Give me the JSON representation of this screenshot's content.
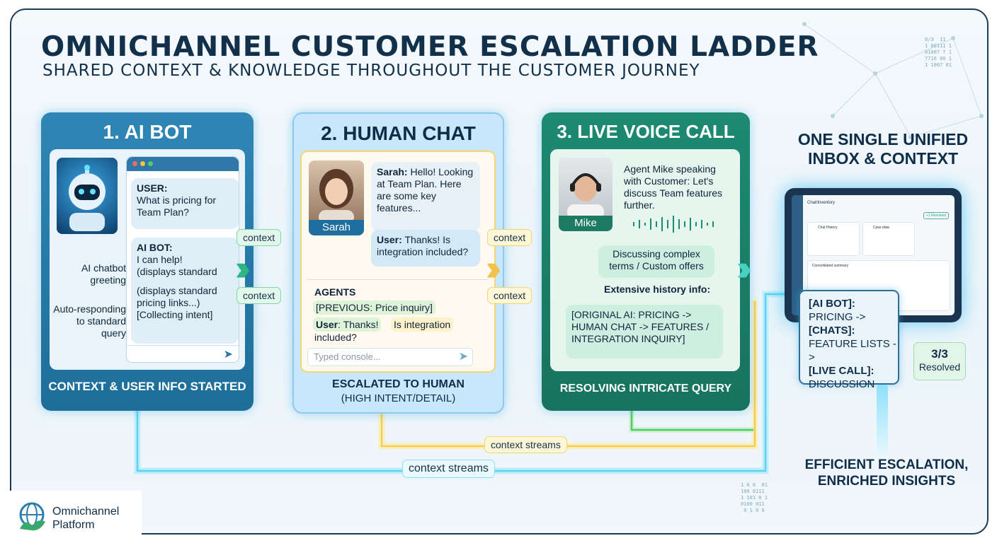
{
  "header": {
    "title": "OMNICHANNEL CUSTOMER ESCALATION LADDER",
    "subtitle": "SHARED CONTEXT & KNOWLEDGE THROUGHOUT THE CUSTOMER JOURNEY"
  },
  "stage1": {
    "title": "1. AI BOT",
    "user_label": "USER:",
    "user_text": "What is pricing for Team Plan?",
    "bot_label": "AI BOT:",
    "bot_text1": "I can help!",
    "bot_text2": "(displays standard",
    "bot_text3": "(displays standard pricing links...)",
    "bot_text4": "[Collecting intent]",
    "note1": "AI chatbot greeting",
    "note2": "Auto-responding to standard query",
    "footer": "CONTEXT & USER INFO STARTED"
  },
  "stage2": {
    "title": "2. HUMAN CHAT",
    "agent_name": "Sarah",
    "msg1_name": "Sarah:",
    "msg1_text": "Hello! Looking at Team Plan. Here are some key features...",
    "msg2_name": "User:",
    "msg2_text": "Thanks! Is integration included?",
    "agents_label": "AGENTS",
    "prev_tag": "[PREVIOUS: Price inquiry]",
    "user_tag": "User",
    "user_tag_text": ": Thanks!",
    "integ_tag": "Is integration",
    "integ_tail": "included?",
    "console_placeholder": "Typed console...",
    "footer1": "ESCALATED TO HUMAN",
    "footer2": "(HIGH INTENT/DETAIL)"
  },
  "stage3": {
    "title": "3. LIVE VOICE CALL",
    "agent_name": "Mike",
    "speaking_text": "Agent Mike speaking with Customer: Let's discuss Team features further.",
    "discuss_text": "Discussing complex terms / Custom offers",
    "history_label": "Extensive history info:",
    "history_text": "[ORIGINAL AI: PRICING -> HUMAN CHAT -> FEATURES / INTEGRATION INQUIRY]",
    "footer": "RESOLVING INTRICATE QUERY"
  },
  "connectors": {
    "context_label": "context",
    "streams_label": "context streams"
  },
  "unified": {
    "title1": "ONE SINGLE UNIFIED",
    "title2": "INBOX & CONTEXT",
    "tablet_header": "Chat/Inventory",
    "tablet_btn": "+1 Resolved",
    "tablet_card1": "Chat History",
    "tablet_card2": "Case data",
    "tablet_summary": "Consolidated summary",
    "sum_ai_label": "[AI BOT]:",
    "sum_ai_text": "PRICING ->",
    "sum_chat_label": "[CHATS]:",
    "sum_chat_text": "FEATURE LISTS ->",
    "sum_call_label": "[LIVE CALL]:",
    "sum_call_text": "DISCUSSION",
    "resolved_count": "3/3",
    "resolved_label": "Resolved",
    "footer1": "EFFICIENT ESCALATION,",
    "footer2": "ENRICHED INSIGHTS"
  },
  "brand": {
    "name1": "Omnichannel",
    "name2": "Platform"
  },
  "colors": {
    "navy": "#123049",
    "bot_blue": "#2f86b5",
    "chat_light": "#c9e7fb",
    "voice_green": "#1d8a72",
    "context_yellow": "#f3d36a",
    "glow_cyan": "#4cc6f0"
  }
}
